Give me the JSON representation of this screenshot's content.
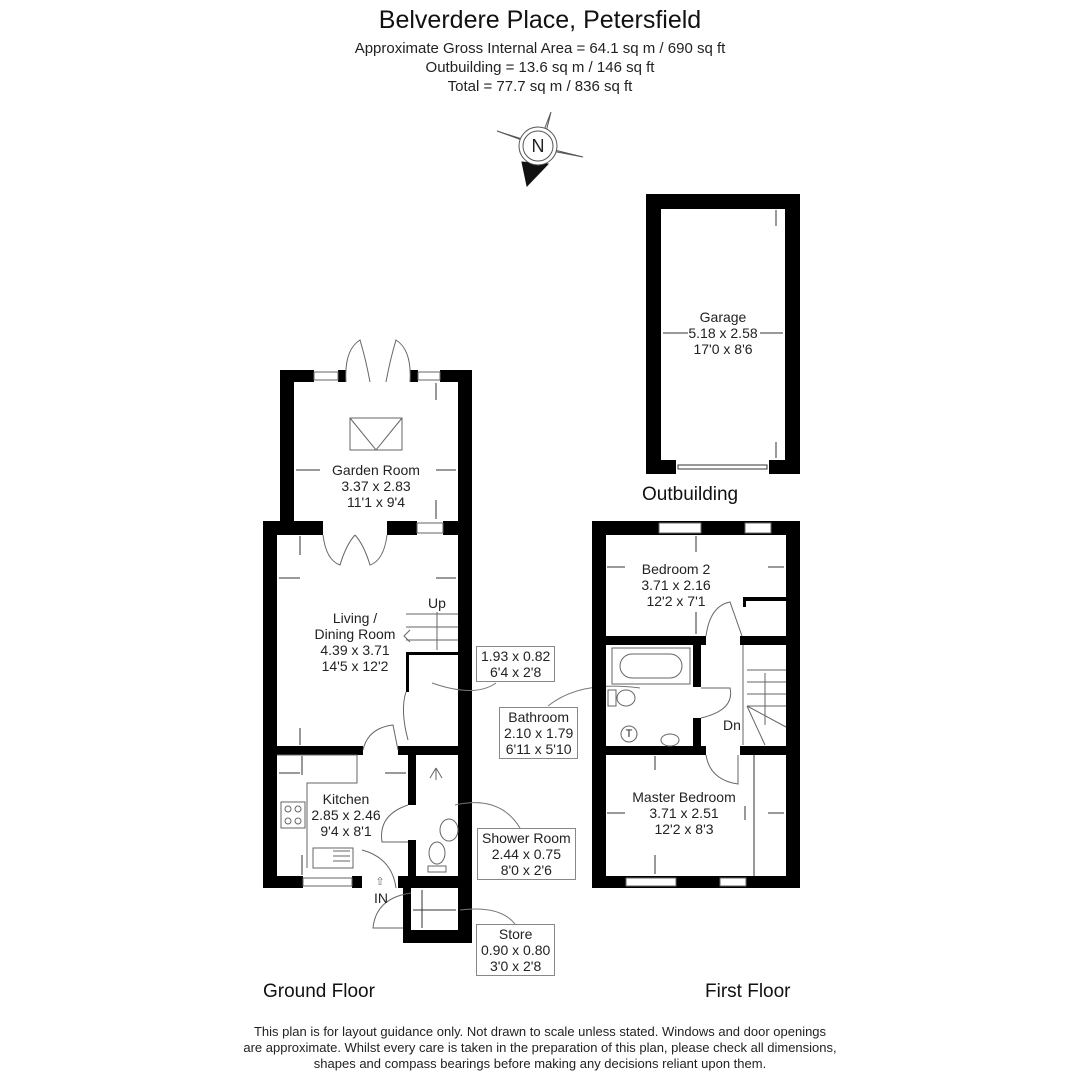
{
  "header": {
    "title": "Belverdere Place, Petersfield",
    "gross_internal_area": "Approximate Gross Internal Area = 64.1 sq m / 690 sq ft",
    "outbuilding_area": "Outbuilding = 13.6 sq m / 146 sq ft",
    "total_area": "Total = 77.7 sq m / 836 sq ft"
  },
  "compass": {
    "icon": "compass-north-icon",
    "label": "N"
  },
  "rooms": {
    "garden_room": {
      "name": "Garden Room",
      "metric": "3.37 x 2.83",
      "imperial": "11'1 x 9'4"
    },
    "living_dining": {
      "name_line1": "Living /",
      "name_line2": "Dining Room",
      "metric": "4.39 x 3.71",
      "imperial": "14'5 x 12'2"
    },
    "stairs_up": {
      "label": "Up"
    },
    "cupboard": {
      "metric": "1.93 x 0.82",
      "imperial": "6'4 x 2'8"
    },
    "kitchen": {
      "name": "Kitchen",
      "metric": "2.85 x 2.46",
      "imperial": "9'4 x 8'1"
    },
    "shower_room": {
      "name": "Shower Room",
      "metric": "2.44 x 0.75",
      "imperial": "8'0 x 2'6"
    },
    "store": {
      "name": "Store",
      "metric": "0.90 x 0.80",
      "imperial": "3'0 x 2'8"
    },
    "entrance": {
      "label": "IN"
    },
    "garage": {
      "name": "Garage",
      "metric": "5.18 x 2.58",
      "imperial": "17'0 x 8'6"
    },
    "bedroom2": {
      "name": "Bedroom 2",
      "metric": "3.71 x 2.16",
      "imperial": "12'2 x 7'1"
    },
    "bathroom": {
      "name": "Bathroom",
      "metric": "2.10 x 1.79",
      "imperial": "6'11 x 5'10",
      "fixture": "T"
    },
    "stairs_down": {
      "label": "Dn"
    },
    "master_bedroom": {
      "name": "Master Bedroom",
      "metric": "3.71 x 2.51",
      "imperial": "12'2 x 8'3"
    }
  },
  "floor_labels": {
    "ground": "Ground Floor",
    "first": "First Floor",
    "outbuilding": "Outbuilding"
  },
  "disclaimer": {
    "line1": "This plan is for layout guidance only. Not drawn to scale unless stated. Windows and door openings",
    "line2": "are approximate. Whilst every care is taken in the preparation of this plan, please check all dimensions,",
    "line3": "shapes and compass bearings before making any decisions reliant upon them."
  }
}
